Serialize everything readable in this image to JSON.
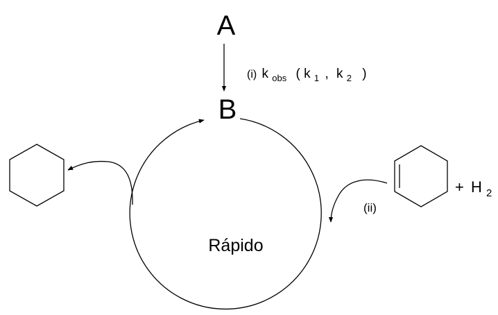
{
  "species": {
    "a": "A",
    "b": "B"
  },
  "step_i": {
    "label": "(i)",
    "k": "k",
    "k_sub": "obs",
    "paren_open": "(",
    "k1": "k",
    "k1_sub": "1",
    "comma": ",",
    "k2": "k",
    "k2_sub": "2",
    "paren_close": ")"
  },
  "step_ii": {
    "label": "(ii)"
  },
  "reagent": {
    "plus": "+",
    "h": "H",
    "h_sub": "2"
  },
  "cycle": {
    "label": "Rápido"
  },
  "colors": {
    "line": "#000000",
    "background": "#ffffff"
  }
}
